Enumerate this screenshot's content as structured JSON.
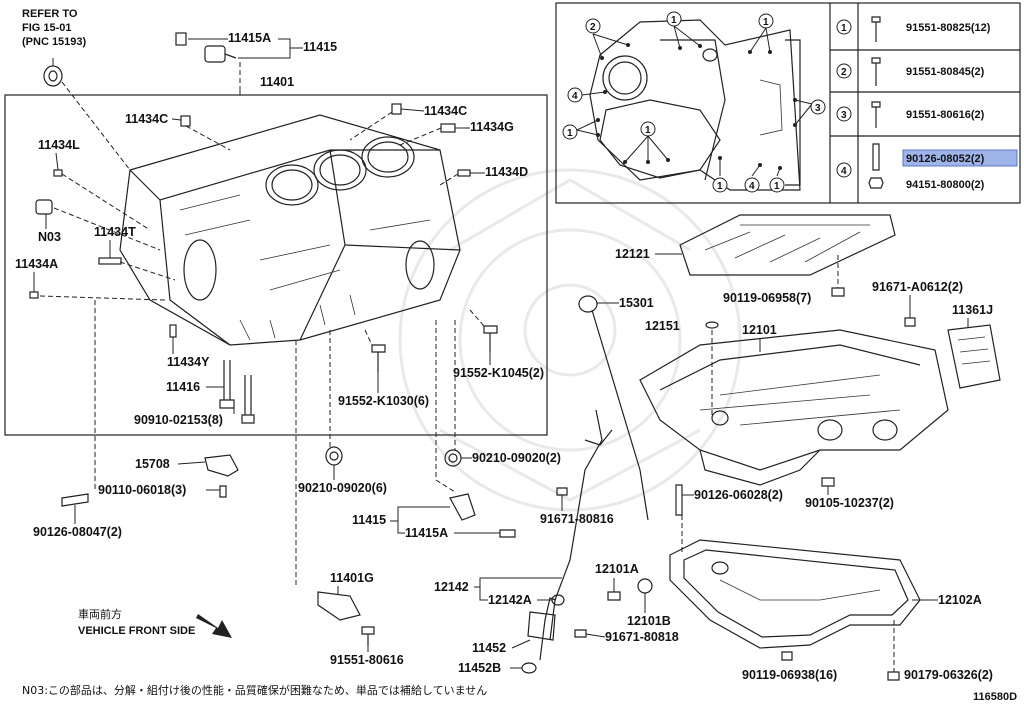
{
  "diagram": {
    "refer": [
      "REFER TO",
      "FIG 15-01",
      "(PNC 15193)"
    ],
    "block_group": "11401",
    "labels": {
      "p11415A_top": "11415A",
      "p11415_top": "11415",
      "p11434C_a": "11434C",
      "p11434C_b": "11434C",
      "p11434G": "11434G",
      "p11434L": "11434L",
      "p11434D": "11434D",
      "pN03": "N03",
      "p11434T": "11434T",
      "p11434A": "11434A",
      "p11434Y": "11434Y",
      "p11416": "11416",
      "p90910": "90910-02153(8)",
      "p91552_K1030": "91552-K1030(6)",
      "p91552_K1045": "91552-K1045(2)",
      "p90210_6": "90210-09020(6)",
      "p90210_2": "90210-09020(2)",
      "p15708": "15708",
      "p90110": "90110-06018(3)",
      "p90126_08047": "90126-08047(2)",
      "p11415_mid": "11415",
      "p11415A_mid": "11415A",
      "p11401G": "11401G",
      "p91551_80616": "91551-80616",
      "p91671_80816": "91671-80816",
      "p12142": "12142",
      "p12142A": "12142A",
      "p11452": "11452",
      "p11452B": "11452B",
      "p12101A": "12101A",
      "p12101B": "12101B",
      "p91671_80818": "91671-80818",
      "p12121": "12121",
      "p90119_06958": "90119-06958(7)",
      "p91671_A0612": "91671-A0612(2)",
      "p11361J": "11361J",
      "p15301": "15301",
      "p12151": "12151",
      "p12101": "12101",
      "p90126_06028": "90126-06028(2)",
      "p90105": "90105-10237(2)",
      "p12102A": "12102A",
      "p90119_06938": "90119-06938(16)",
      "p90179": "90179-06326(2)"
    },
    "direction": {
      "jp": "車両前方",
      "en": "VEHICLE FRONT SIDE"
    },
    "footnote": "N03:この部品は、分解・組付け後の性能・品質確保が困難なため、単品では補給していません",
    "figure_code": "116580D"
  },
  "legend": {
    "rows": [
      {
        "num": "1",
        "part": "91551-80825(12)",
        "highlight": false
      },
      {
        "num": "2",
        "part": "91551-80845(2)",
        "highlight": false
      },
      {
        "num": "3",
        "part": "91551-80616(2)",
        "highlight": false
      },
      {
        "num": "4",
        "part": "90126-08052(2)",
        "highlight": true
      },
      {
        "num": "",
        "part": "94151-80800(2)",
        "highlight": false
      }
    ],
    "callouts": {
      "c1": "1",
      "c2": "2",
      "c3": "3",
      "c4": "4"
    },
    "highlight_color": "#9fb4e8"
  }
}
